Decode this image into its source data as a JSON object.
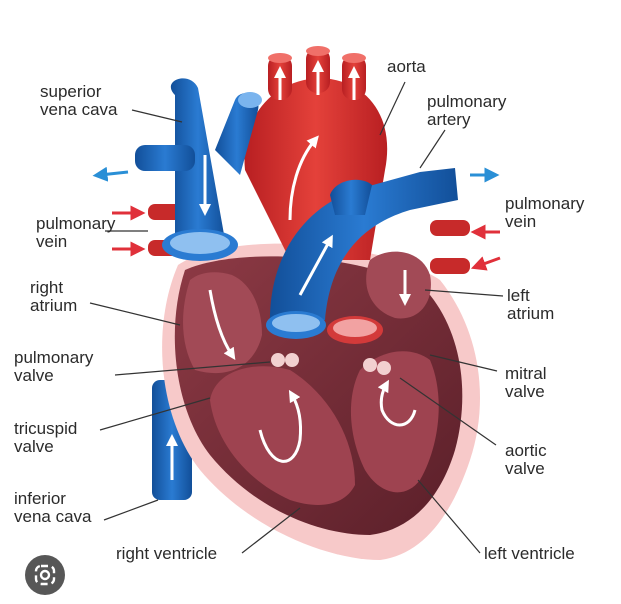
{
  "labels": {
    "superior_vena_cava": [
      "superior",
      "vena cava"
    ],
    "aorta": [
      "aorta"
    ],
    "pulmonary_artery": [
      "pulmonary",
      "artery"
    ],
    "pulmonary_vein_left": [
      "pulmonary",
      "vein"
    ],
    "pulmonary_vein_right": [
      "pulmonary",
      "vein"
    ],
    "right_atrium": [
      "right",
      "atrium"
    ],
    "left_atrium": [
      "left",
      "atrium"
    ],
    "pulmonary_valve": [
      "pulmonary",
      "valve"
    ],
    "mitral_valve": [
      "mitral",
      "valve"
    ],
    "tricuspid_valve": [
      "tricuspid",
      "valve"
    ],
    "aortic_valve": [
      "aortic",
      "valve"
    ],
    "inferior_vena_cava": [
      "inferior",
      "vena cava"
    ],
    "right_ventricle": [
      "right ventricle"
    ],
    "left_ventricle": [
      "left ventricle"
    ]
  },
  "colors": {
    "oxygenated": "#d9322b",
    "deoxygenated": "#1e63b3",
    "muscle": "#7a2c36",
    "pericardium": "#f7c9c9",
    "flow_arrow": "#2a8fd6",
    "red_arrow": "#e0303a"
  },
  "icons": {
    "lens": "lens-search-icon"
  }
}
